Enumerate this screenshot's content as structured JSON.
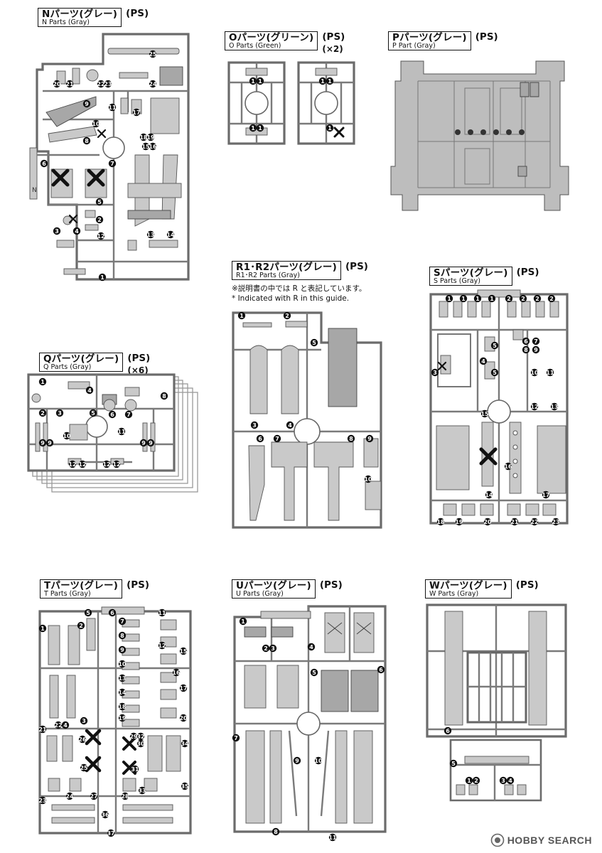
{
  "sprues": {
    "N": {
      "ja": "Nパーツ(グレー)",
      "en": "N Parts (Gray)",
      "material": "(PS)"
    },
    "O": {
      "ja": "Oパーツ(グリーン)",
      "en": "O Parts (Green)",
      "material": "(PS)",
      "qty": "(×2)"
    },
    "P": {
      "ja": "Pパーツ(グレー)",
      "en": "P Part (Gray)",
      "material": "(PS)"
    },
    "Q": {
      "ja": "Qパーツ(グレー)",
      "en": "Q Parts (Gray)",
      "material": "(PS)",
      "qty": "(×6)"
    },
    "R": {
      "ja": "R1･R2パーツ(グレー)",
      "en": "R1･R2 Parts (Gray)",
      "material": "(PS)",
      "note_ja": "※説明書の中では R と表記しています。",
      "note_en": "* Indicated with R in this guide."
    },
    "S": {
      "ja": "Sパーツ(グレー)",
      "en": "S Parts (Gray)",
      "material": "(PS)"
    },
    "T": {
      "ja": "Tパーツ(グレー)",
      "en": "T Parts (Gray)",
      "material": "(PS)"
    },
    "U": {
      "ja": "Uパーツ(グレー)",
      "en": "U Parts (Gray)",
      "material": "(PS)"
    },
    "W": {
      "ja": "Wパーツ(グレー)",
      "en": "W Parts (Gray)",
      "material": "(PS)"
    }
  },
  "runner_letter_n": "N",
  "part_numbers": {
    "N": [
      "25",
      "20",
      "21",
      "22",
      "23",
      "24",
      "9",
      "11",
      "17",
      "10",
      "8",
      "18",
      "19",
      "15",
      "16",
      "6",
      "7",
      "5",
      "3",
      "4",
      "2",
      "12",
      "13",
      "14",
      "1"
    ],
    "O": [
      "1",
      "1",
      "1",
      "1",
      "1",
      "1",
      "1"
    ],
    "Q": [
      "1",
      "2",
      "3",
      "4",
      "5",
      "6",
      "7",
      "8",
      "9",
      "9",
      "10",
      "11",
      "9",
      "9",
      "12",
      "12",
      "12",
      "12"
    ],
    "R": [
      "1",
      "2",
      "5",
      "3",
      "4",
      "6",
      "7",
      "8",
      "9",
      "10"
    ],
    "S": [
      "1",
      "1",
      "1",
      "1",
      "2",
      "2",
      "2",
      "2",
      "3",
      "4",
      "5",
      "5",
      "6",
      "7",
      "8",
      "9",
      "10",
      "11",
      "12",
      "13",
      "15",
      "16",
      "14",
      "17",
      "18",
      "19",
      "20",
      "21",
      "22",
      "23"
    ],
    "T": [
      "1",
      "2",
      "3",
      "4",
      "5",
      "6",
      "7",
      "8",
      "9",
      "10",
      "11",
      "12",
      "13",
      "14",
      "15",
      "16",
      "17",
      "18",
      "19",
      "20",
      "21",
      "22",
      "23",
      "24",
      "25",
      "26",
      "27",
      "28",
      "29",
      "30",
      "31",
      "32",
      "33",
      "34",
      "35",
      "36",
      "37"
    ],
    "U": [
      "1",
      "2",
      "3",
      "4",
      "5",
      "6",
      "7",
      "8",
      "9",
      "10",
      "11"
    ],
    "W": [
      "5",
      "6",
      "1",
      "2",
      "3",
      "4"
    ]
  },
  "watermark": {
    "brand": "HOBBY SEARCH"
  }
}
